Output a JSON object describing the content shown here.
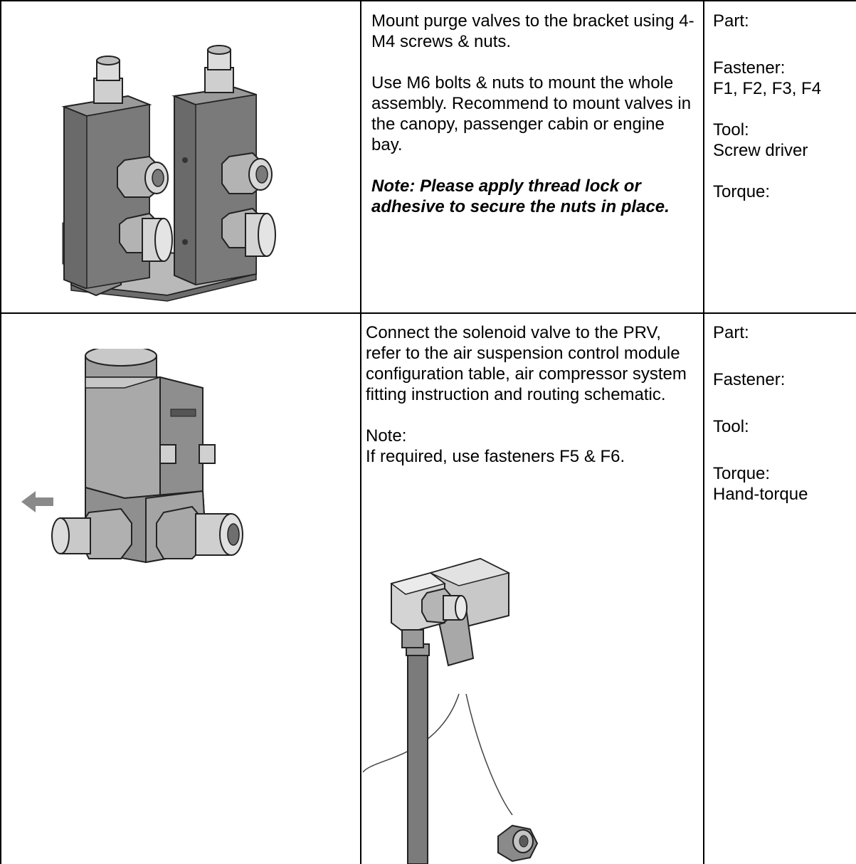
{
  "steps": [
    {
      "instruction": {
        "line1": "Mount purge valves to the bracket using 4-M4 screws & nuts.",
        "line2": "Use M6 bolts & nuts to mount the whole assembly. Recommend to mount valves in the canopy, passenger cabin or engine bay.",
        "note": "Note: Please apply thread lock or adhesive to secure the nuts in place."
      },
      "specs": {
        "part_label": "Part:",
        "part_value": "",
        "fastener_label": "Fastener:",
        "fastener_value": "F1, F2, F3, F4",
        "tool_label": "Tool:",
        "tool_value": "Screw driver",
        "torque_label": "Torque:",
        "torque_value": ""
      }
    },
    {
      "instruction": {
        "line1": "Connect the solenoid valve to the PRV, refer to the air suspension control module configuration table, air compressor system fitting instruction and routing schematic.",
        "note_label": "Note:",
        "note_text": "If required, use fasteners F5 & F6."
      },
      "specs": {
        "part_label": "Part:",
        "part_value": "",
        "fastener_label": "Fastener:",
        "fastener_value": "",
        "tool_label": "Tool:",
        "tool_value": "",
        "torque_label": "Torque:",
        "torque_value": "Hand-torque"
      }
    }
  ],
  "colors": {
    "border": "#000000",
    "metal_dark": "#5a5a5a",
    "metal_mid": "#9a9a9a",
    "metal_light": "#d6d6d6",
    "arrow": "#8a8a8a"
  },
  "icons": [
    "purge-valve-assembly-image",
    "solenoid-valve-image",
    "left-arrow-icon",
    "solenoid-wired-assembly-image"
  ]
}
